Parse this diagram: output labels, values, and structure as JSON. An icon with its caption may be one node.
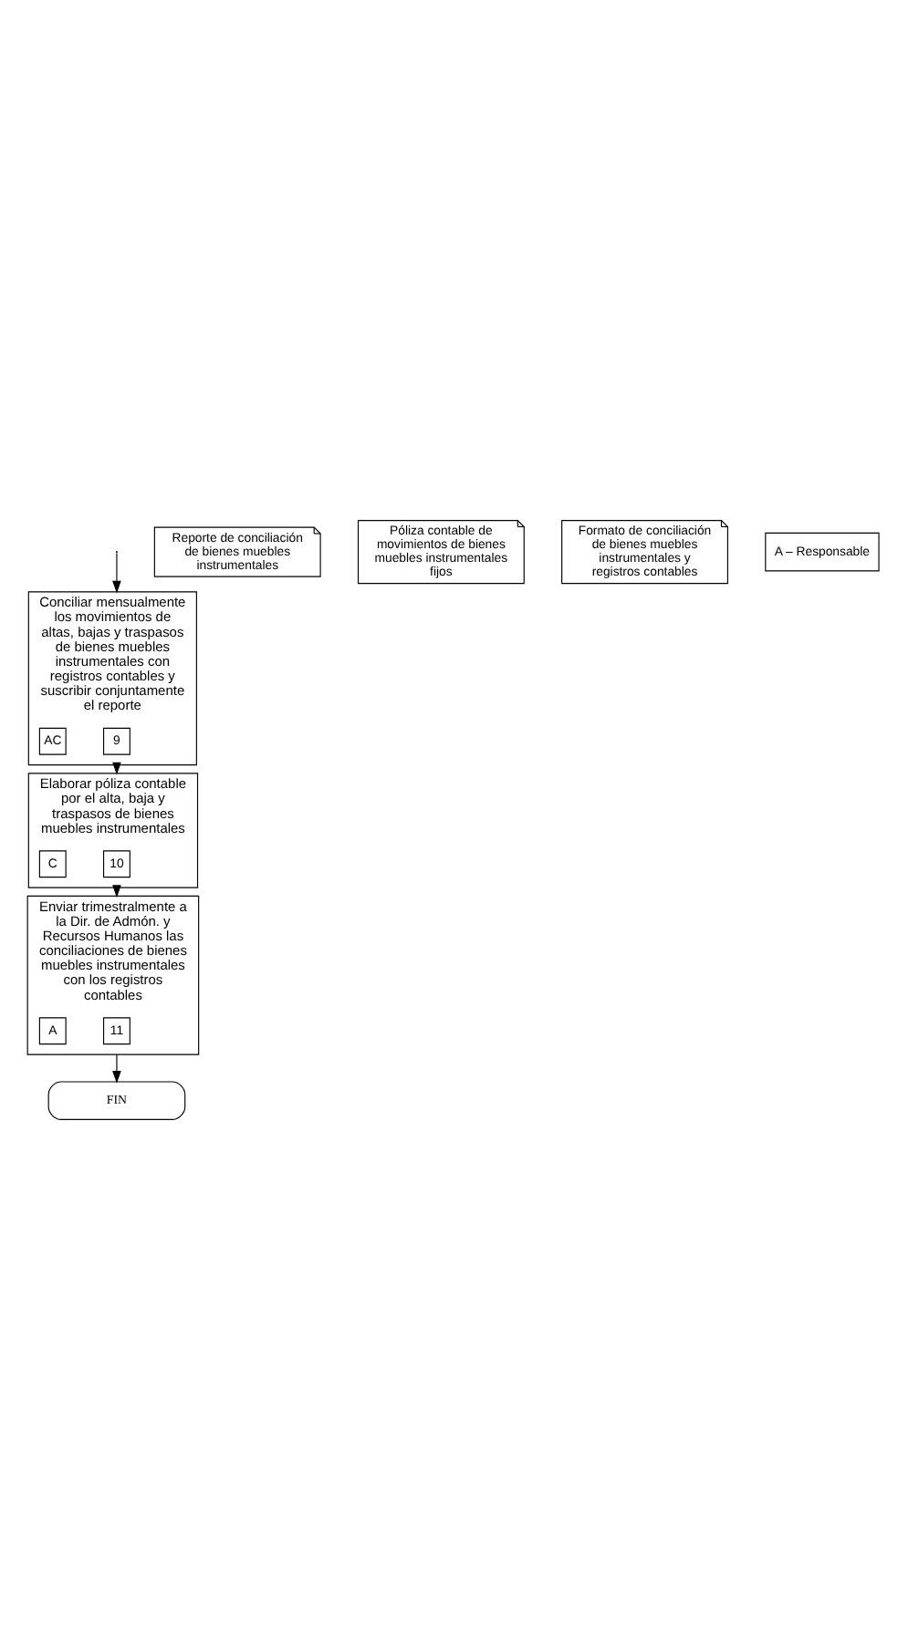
{
  "diagram": {
    "nodes": [
      {
        "text": [
          "Conciliar mensualmente los movimientos de altas, bajas y traspasos de bienes muebles instrumentales con registros contables y suscribir conjuntamente el reporte"
        ]
      },
      {
        "text": [
          "9"
        ],
        "in": 0
      },
      {
        "text": [
          "AC"
        ],
        "in": 0
      },
      {
        "text": [
          "Reporte de conciliación de bienes muebles instrumentales"
        ]
      },
      {
        "text": [
          "Elaborar póliza contable por el alta, baja y traspasos de bienes muebles instrumentales"
        ]
      },
      {
        "text": [
          "10"
        ],
        "in": 4
      },
      {
        "text": [
          "C"
        ],
        "in": 4
      },
      {
        "text": [
          "Póliza contable de movimientos de bienes muebles instrumentales fijos"
        ]
      },
      {
        "text": [
          "Enviar trimestralmente a la Dir. de Admón. y Recursos Humanos las conciliaciones de bienes muebles instrumentales con los registros contables"
        ]
      },
      {
        "text": [
          "11"
        ],
        "in": 8
      },
      {
        "text": [
          "A"
        ],
        "in": 8
      },
      {
        "text": [
          "Formato de conciliación de bienes muebles instrumentales y registros contables"
        ]
      },
      {
        "text": [
          "FIN"
        ]
      },
      {
        "text": [
          "A – Responsable"
        ]
      }
    ],
    "edges": [
      {
        "from": null,
        "to": 0,
        "arrow": "to"
      },
      {
        "from": 0,
        "to": 4,
        "arrow": "to"
      },
      {
        "from": 4,
        "to": 8,
        "arrow": "to"
      },
      {
        "from": 8,
        "to": 12,
        "arrow": "to"
      }
    ]
  }
}
